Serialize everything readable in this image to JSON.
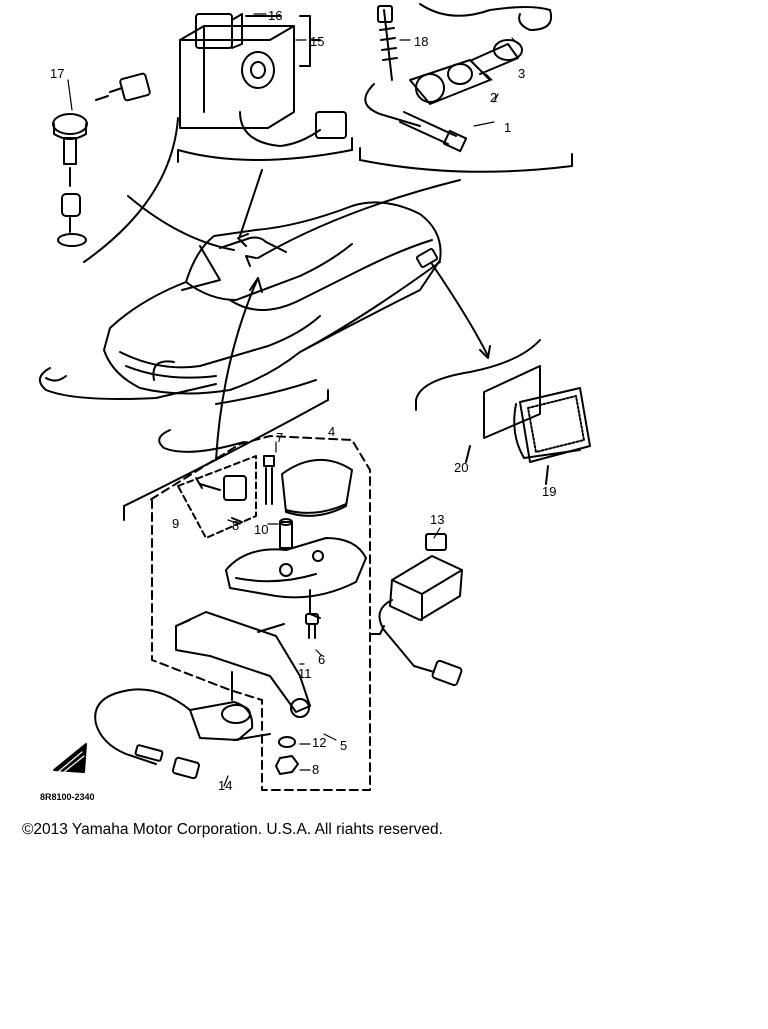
{
  "diagram": {
    "callouts": [
      "1",
      "2",
      "3",
      "4",
      "5",
      "6",
      "7",
      "8",
      "9",
      "10",
      "11",
      "12",
      "13",
      "14",
      "15",
      "16",
      "17",
      "18",
      "19",
      "20"
    ],
    "drawing_code": "8R8100-2340"
  },
  "footer": {
    "copyright": "©2013 Yamaha Motor Corporation. U.S.A. All riahts reserved."
  },
  "colors": {
    "ink": "#000000",
    "paper": "#ffffff"
  }
}
